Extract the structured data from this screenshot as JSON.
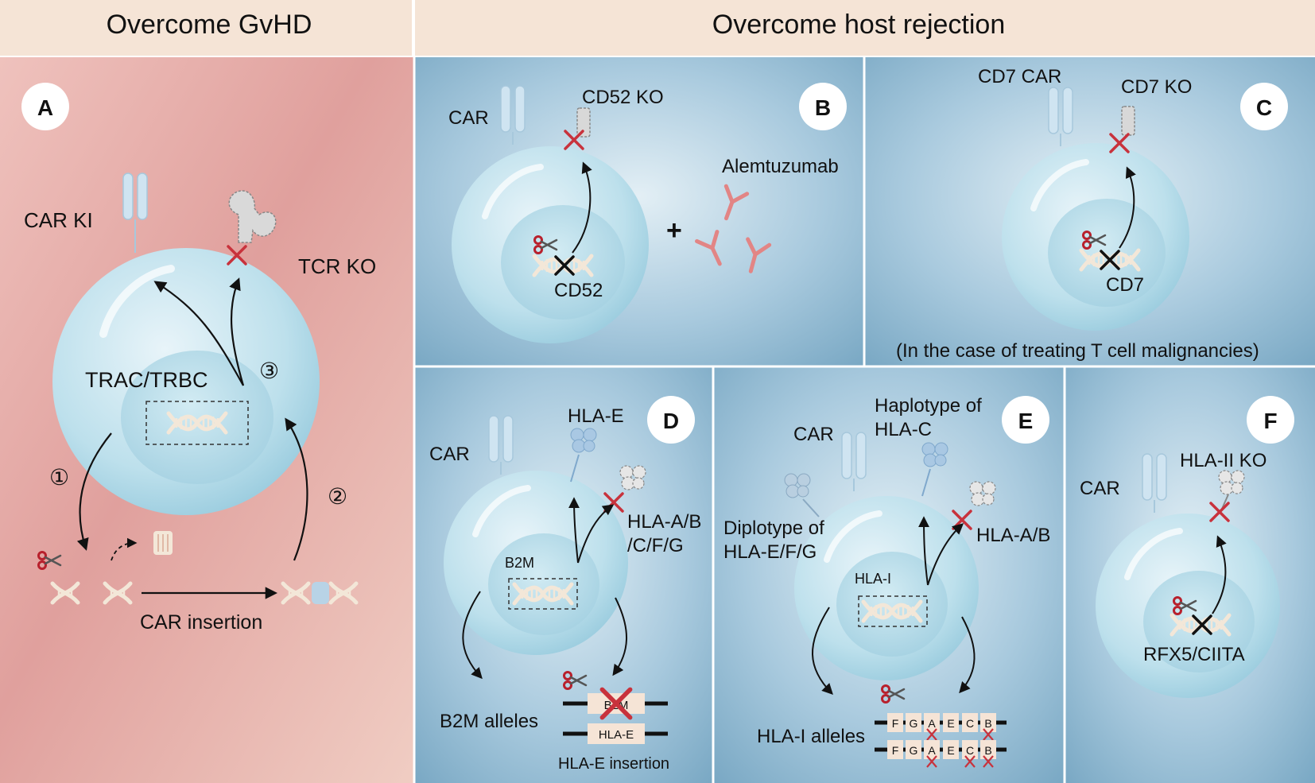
{
  "headers": {
    "left": "Overcome GvHD",
    "right": "Overcome host rejection"
  },
  "panels": {
    "A": {
      "letter": "A",
      "car_ki": "CAR KI",
      "tcr_ko": "TCR KO",
      "locus": "TRAC/TRBC",
      "step1": "①",
      "step2": "②",
      "step3": "③",
      "car_insertion": "CAR insertion"
    },
    "B": {
      "letter": "B",
      "car": "CAR",
      "ko": "CD52 KO",
      "gene": "CD52",
      "drug": "Alemtuzumab",
      "plus": "+"
    },
    "C": {
      "letter": "C",
      "car": "CD7 CAR",
      "ko": "CD7 KO",
      "gene": "CD7",
      "note": "(In the case of treating T cell malignancies)"
    },
    "D": {
      "letter": "D",
      "car": "CAR",
      "hla_e": "HLA-E",
      "ko_line1": "HLA-A/B",
      "ko_line2": "/C/F/G",
      "locus": "B2M",
      "alleles": "B2M alleles",
      "allele1": "B2M",
      "allele2": "HLA-E",
      "insertion": "HLA-E insertion"
    },
    "E": {
      "letter": "E",
      "car": "CAR",
      "haplo_line1": "Haplotype of",
      "haplo_line2": "HLA-C",
      "diplo_line1": "Diplotype of",
      "diplo_line2": "HLA-E/F/G",
      "ko": "HLA-A/B",
      "locus": "HLA-I",
      "alleles": "HLA-I alleles",
      "genes": [
        "F",
        "G",
        "A",
        "E",
        "C",
        "B"
      ]
    },
    "F": {
      "letter": "F",
      "car": "CAR",
      "ko": "HLA-II KO",
      "gene": "RFX5/CIITA"
    }
  },
  "colors": {
    "header_bg": "#f5e4d6",
    "panel_a": "#e3a4a1",
    "panel_blue": "#86b2cc",
    "knockout_red": "#c8323c",
    "antibody": "#e28585",
    "cell": "#bfe0ec"
  }
}
